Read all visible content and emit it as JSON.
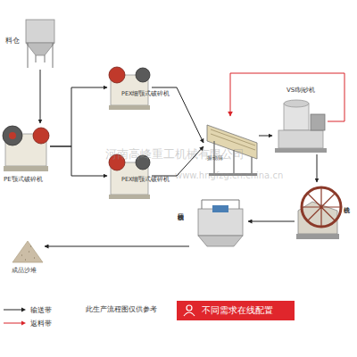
{
  "diagram": {
    "nodes": [
      {
        "text": [
          "料仓"
        ]
      },
      {
        "text": [
          "PE颚式破碎机"
        ]
      },
      {
        "text": [
          "PEX细颚式破碎机"
        ]
      },
      {
        "text": [
          "PEX细颚式破碎机"
        ]
      },
      {
        "text": [
          "振动筛"
        ]
      },
      {
        "text": [
          "VSI制砂机"
        ]
      },
      {
        "text": [
          "洗砂机"
        ]
      },
      {
        "text": [
          "细沙回收机"
        ]
      },
      {
        "text": [
          "成品沙堆"
        ]
      }
    ],
    "edges": [
      {
        "from": 0,
        "to": 1,
        "arrow": "to"
      },
      {
        "from": 1,
        "to": 2,
        "arrow": "to"
      },
      {
        "from": 1,
        "to": 3,
        "arrow": "to"
      },
      {
        "from": 2,
        "to": 4,
        "arrow": "to"
      },
      {
        "from": 3,
        "to": 4,
        "arrow": "to"
      },
      {
        "from": 4,
        "to": 5,
        "arrow": "to"
      },
      {
        "from": 5,
        "to": 4,
        "arrow": "to"
      },
      {
        "from": 5,
        "to": 6,
        "arrow": "to"
      },
      {
        "from": 6,
        "to": 7,
        "arrow": "to"
      },
      {
        "from": 7,
        "to": 8,
        "arrow": "to"
      }
    ],
    "labels": [
      "此生产流程图仅供参考",
      "不同需求在线配置",
      "河南高峰重工机械有限公司",
      "www.hngfzg.cn.china.cn"
    ],
    "legend": [
      {
        "text": "输送带"
      },
      {
        "text": "返料带"
      }
    ]
  }
}
